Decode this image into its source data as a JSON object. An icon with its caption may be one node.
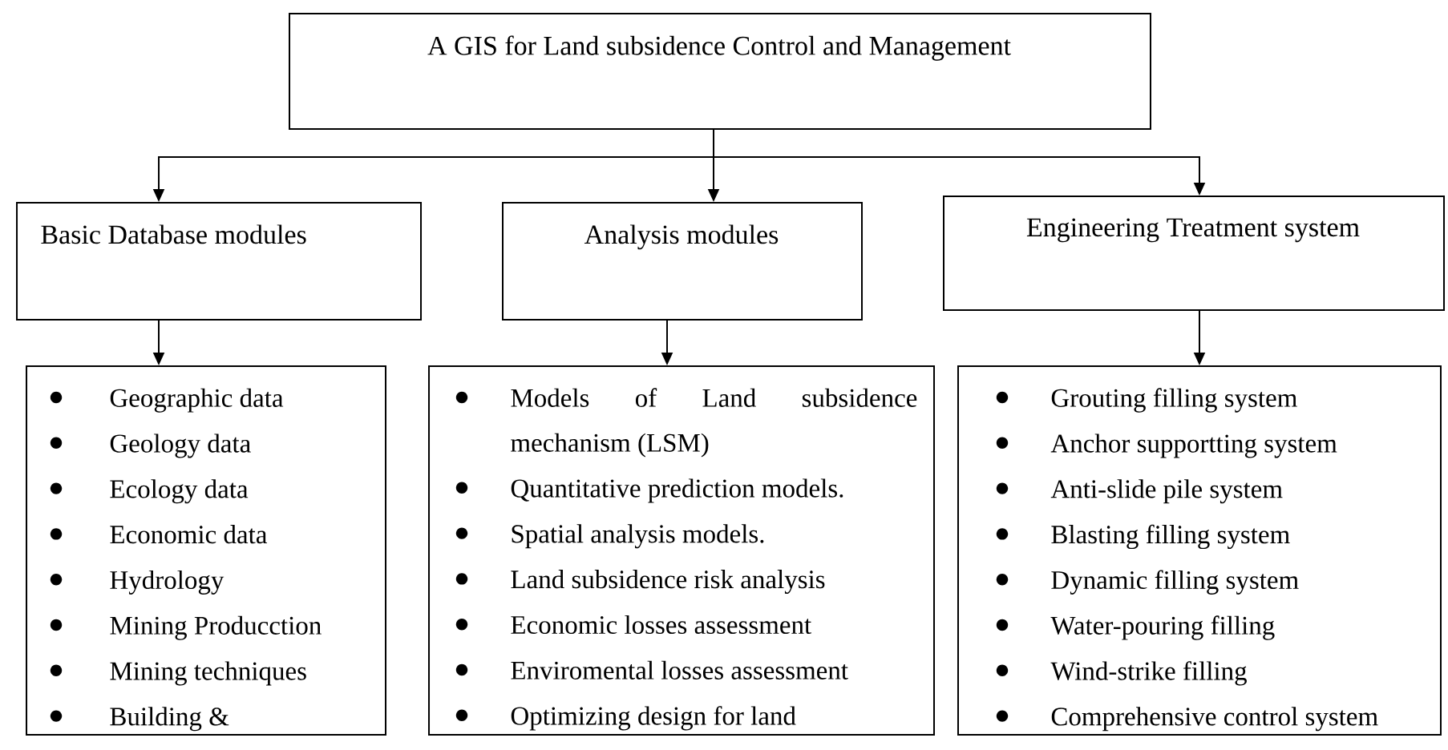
{
  "diagram": {
    "nodes": [
      {
        "text": [
          "A GIS for Land subsidence Control and Management"
        ]
      },
      {
        "text": [
          "Basic Database modules"
        ]
      },
      {
        "text": [
          "Analysis modules"
        ]
      },
      {
        "text": [
          "Engineering Treatment system"
        ]
      },
      {
        "text": [
          "Geographic data",
          "Geology data",
          "Ecology data",
          "Economic data",
          "Hydrology",
          "Mining Producction",
          "Mining techniques",
          "Building &"
        ]
      },
      {
        "text": [
          "Models of Land subsidence mechanism (LSM)",
          "Quantitative prediction models.",
          "Spatial analysis models.",
          "Land subsidence risk analysis",
          "Economic losses assessment",
          "Enviromental losses assessment",
          "Optimizing design for land"
        ]
      },
      {
        "text": [
          "Grouting filling system",
          "Anchor supportting system",
          "Anti-slide pile system",
          "Blasting filling system",
          "Dynamic filling system",
          "Water-pouring filling",
          "Wind-strike filling",
          "Comprehensive control system"
        ]
      }
    ],
    "edges": [
      {
        "from": 0,
        "to": 1,
        "arrow": "to"
      },
      {
        "from": 0,
        "to": 2,
        "arrow": "to"
      },
      {
        "from": 0,
        "to": 3,
        "arrow": "to"
      },
      {
        "from": 1,
        "to": 4,
        "arrow": "to"
      },
      {
        "from": 2,
        "to": 5,
        "arrow": "to"
      },
      {
        "from": 3,
        "to": 6,
        "arrow": "to"
      }
    ]
  }
}
